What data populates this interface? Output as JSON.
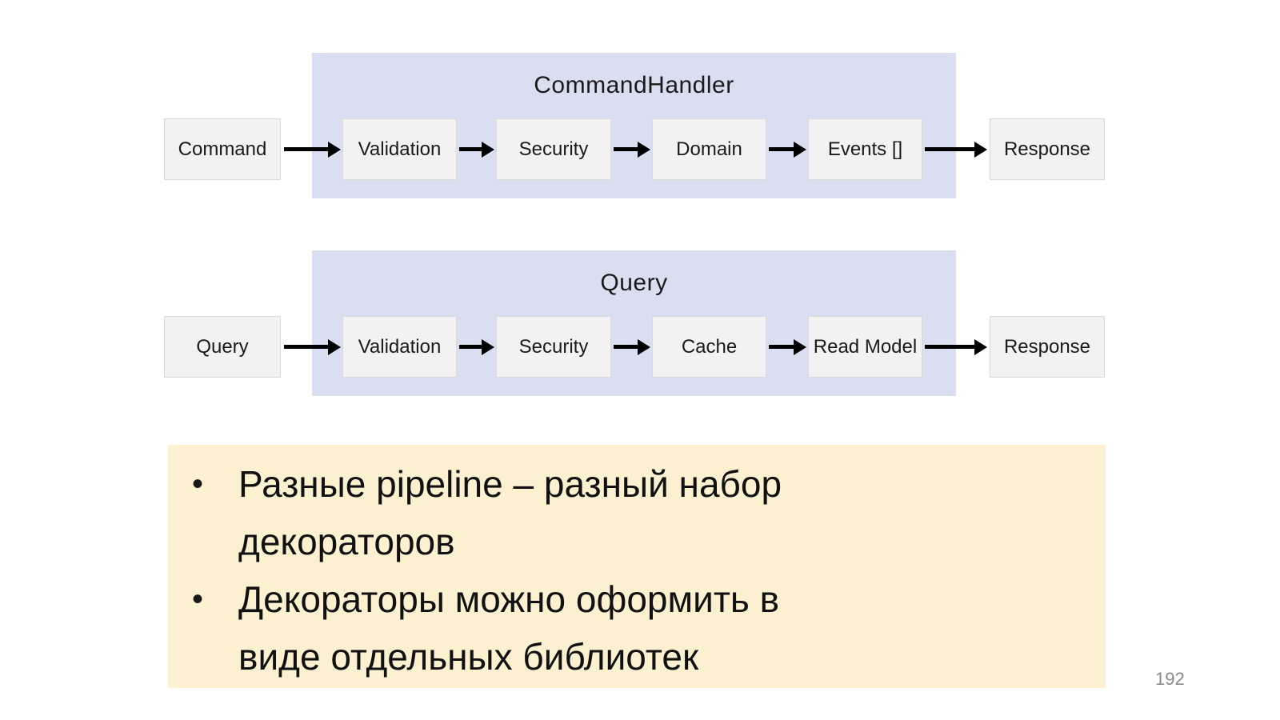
{
  "pipelines": [
    {
      "title": "CommandHandler",
      "input": "Command",
      "stages": [
        "Validation",
        "Security",
        "Domain",
        "Events []"
      ],
      "output": "Response"
    },
    {
      "title": "Query",
      "input": "Query",
      "stages": [
        "Validation",
        "Security",
        "Cache",
        "Read Model"
      ],
      "output": "Response"
    }
  ],
  "notes": {
    "bullets": [
      {
        "lines": [
          "Разные pipeline – разный набор",
          "декораторов"
        ]
      },
      {
        "lines": [
          "Декораторы можно оформить в",
          "виде отдельных библиотек"
        ]
      }
    ]
  },
  "page_number": "192",
  "colors": {
    "panel_bg": "#dadef1",
    "box_bg": "#f2f2f2",
    "box_border": "#d9d9d9",
    "note_bg": "#fbf0d0",
    "arrow": "#000000",
    "page_number": "#898989"
  }
}
